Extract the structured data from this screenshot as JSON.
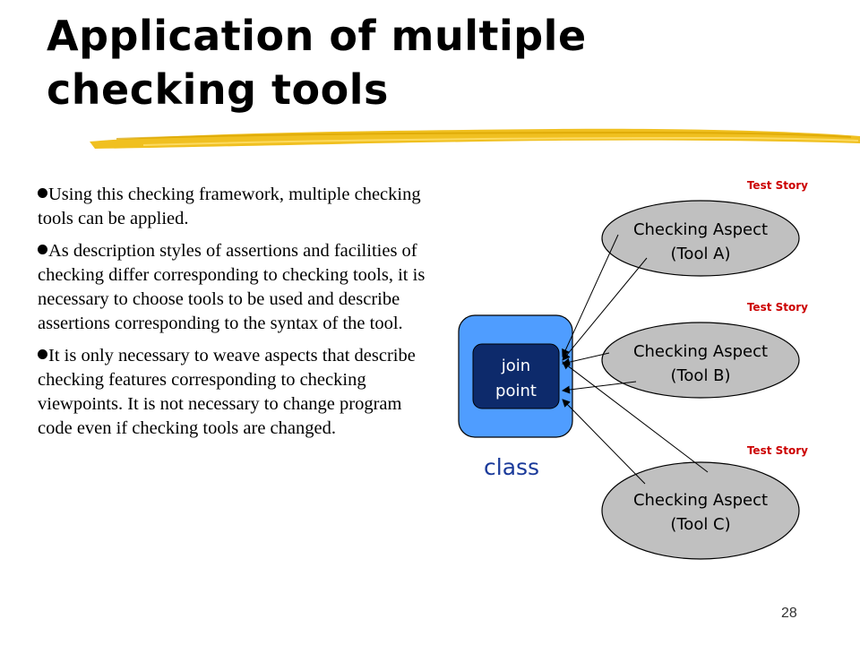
{
  "slide": {
    "title_line1": "Application of multiple",
    "title_line2": "checking tools",
    "page_number": "28"
  },
  "bullets": [
    "Using this checking framework, multiple checking tools can be applied.",
    "As description styles of assertions and facilities of checking differ corresponding to checking tools, it is necessary to choose tools to be used and describe assertions corresponding to the syntax of the tool.",
    "It is only necessary to weave aspects that describe checking features corresponding to checking viewpoints. It is not necessary to change program code even if checking tools are changed."
  ],
  "diagram": {
    "class_label": "class",
    "join_point_line1": "join",
    "join_point_line2": "point",
    "aspects": [
      {
        "test_story": "Test Story",
        "line1": "Checking Aspect",
        "line2": "(Tool A)"
      },
      {
        "test_story": "Test Story",
        "line1": "Checking Aspect",
        "line2": "(Tool B)"
      },
      {
        "test_story": "Test Story",
        "line1": "Checking Aspect",
        "line2": "(Tool C)"
      }
    ],
    "colors": {
      "class_fill": "#4f9dff",
      "join_point_fill": "#0d2a6b",
      "aspect_fill": "#c0c0c0",
      "test_story_color": "#cc0000",
      "class_label_color": "#1a3a9a",
      "underline_color": "#f0c020"
    }
  }
}
